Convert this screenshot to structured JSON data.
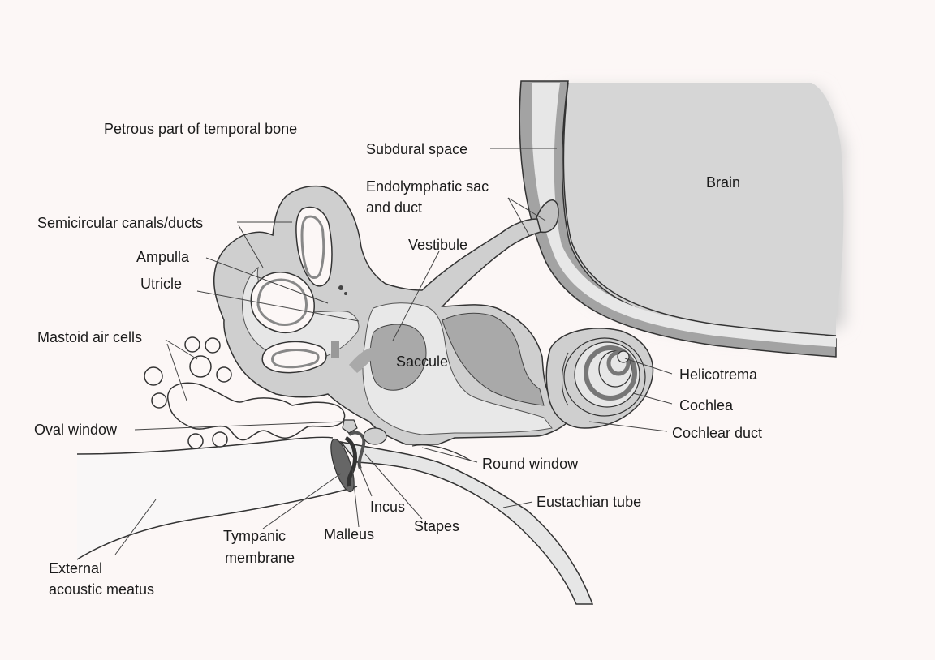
{
  "labels": {
    "petrous": "Petrous part of temporal bone",
    "subdural": "Subdural space",
    "endolymphatic_1": "Endolymphatic sac",
    "endolymphatic_2": "and duct",
    "brain": "Brain",
    "semicircular": "Semicircular canals/ducts",
    "ampulla": "Ampulla",
    "utricle": "Utricle",
    "vestibule": "Vestibule",
    "mastoid": "Mastoid air cells",
    "saccule": "Saccule",
    "helicotrema": "Helicotrema",
    "cochlea": "Cochlea",
    "oval_window": "Oval window",
    "cochlear_duct": "Cochlear duct",
    "round_window": "Round window",
    "incus": "Incus",
    "eustachian": "Eustachian tube",
    "stapes": "Stapes",
    "tympanic_1": "Tympanic",
    "tympanic_2": "membrane",
    "malleus": "Malleus",
    "eam_1": "External",
    "eam_2": "acoustic meatus"
  },
  "colors": {
    "background": "#fcf7f6",
    "brain": "#d4d4d4",
    "meninges": "#9c9c9c",
    "subdural_space": "#e6e6e6",
    "bony_labyrinth": "#cfcfcf",
    "perilymph": "#e8e8e8",
    "membranous_labyrinth": "#a9a9a9",
    "outline": "#333333",
    "leader_line": "#444444"
  }
}
